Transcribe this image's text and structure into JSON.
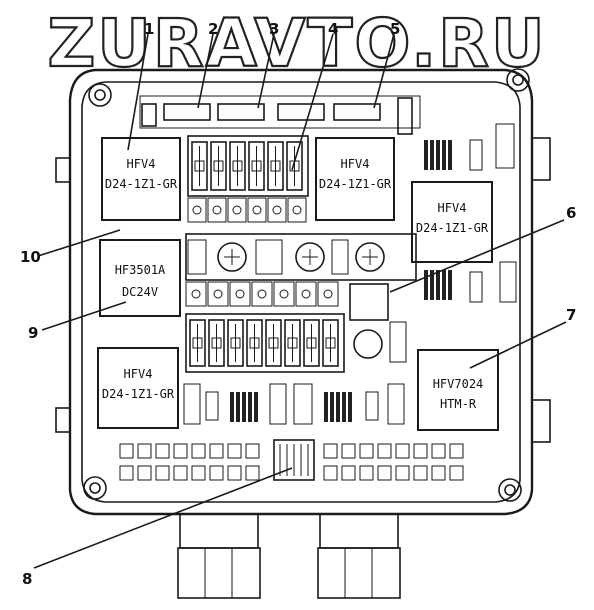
{
  "watermark": "ZURAVTO.RU",
  "relays": [
    {
      "id": "r1",
      "line1": "HFV4",
      "line2": "D24-1Z1-GR"
    },
    {
      "id": "r2",
      "line1": "HFV4",
      "line2": "D24-1Z1-GR"
    },
    {
      "id": "r3",
      "line1": "HFV4",
      "line2": "D24-1Z1-GR"
    },
    {
      "id": "r4",
      "line1": "HF3501A",
      "line2": "DC24V"
    },
    {
      "id": "r5",
      "line1": "HFV4",
      "line2": "D24-1Z1-GR"
    },
    {
      "id": "r6",
      "line1": "HFV7024",
      "line2": "HTM-R"
    }
  ],
  "callouts": [
    "1",
    "2",
    "3",
    "4",
    "5",
    "6",
    "7",
    "8",
    "9",
    "10"
  ]
}
